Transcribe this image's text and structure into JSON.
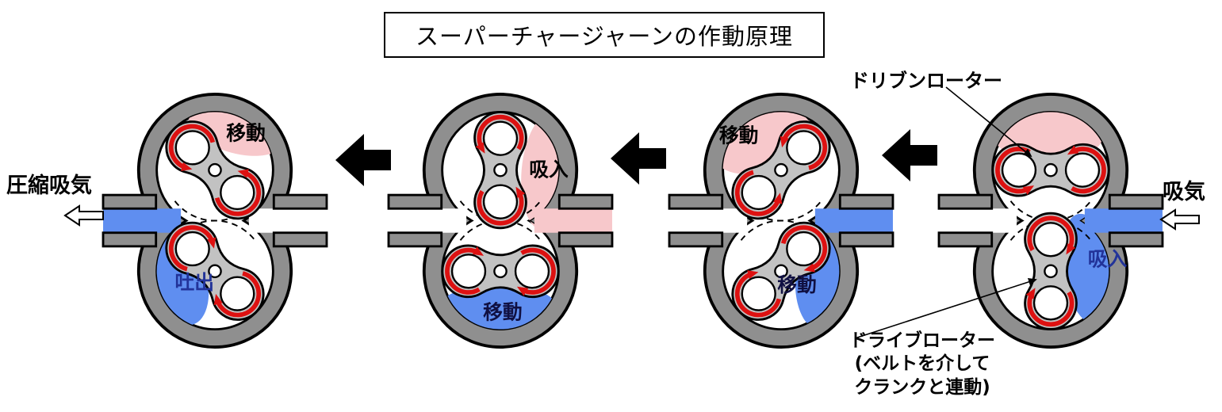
{
  "title": "スーパーチャージャーンの作動原理",
  "annotations": {
    "driven_rotor": "ドリブンローター",
    "drive_rotor_line1": "ドライブローター",
    "drive_rotor_line2": "(ベルトを介して",
    "drive_rotor_line3": "クランクと連動)",
    "compressed_intake": "圧縮吸気",
    "intake": "吸気"
  },
  "diagrams": [
    {
      "stage": "stage-4-leftmost",
      "labels": [
        {
          "text": "移動"
        },
        {
          "text": "吐出"
        }
      ]
    },
    {
      "stage": "stage-3",
      "labels": [
        {
          "text": "吸入"
        },
        {
          "text": "移動"
        }
      ]
    },
    {
      "stage": "stage-2",
      "labels": [
        {
          "text": "移動"
        },
        {
          "text": "移動"
        }
      ]
    },
    {
      "stage": "stage-1-rightmost",
      "labels": [
        {
          "text": "吸入"
        }
      ]
    }
  ],
  "flow_direction": "right-to-left",
  "colors": {
    "pink": "#f7c8cb",
    "blue": "#5f8ef0",
    "housing_gray": "#8f8f8f",
    "rotor_gray": "#c2c2c2",
    "red": "#dd1111",
    "navy_label": "#223399",
    "dark_label": "#101042",
    "black": "#000000"
  }
}
